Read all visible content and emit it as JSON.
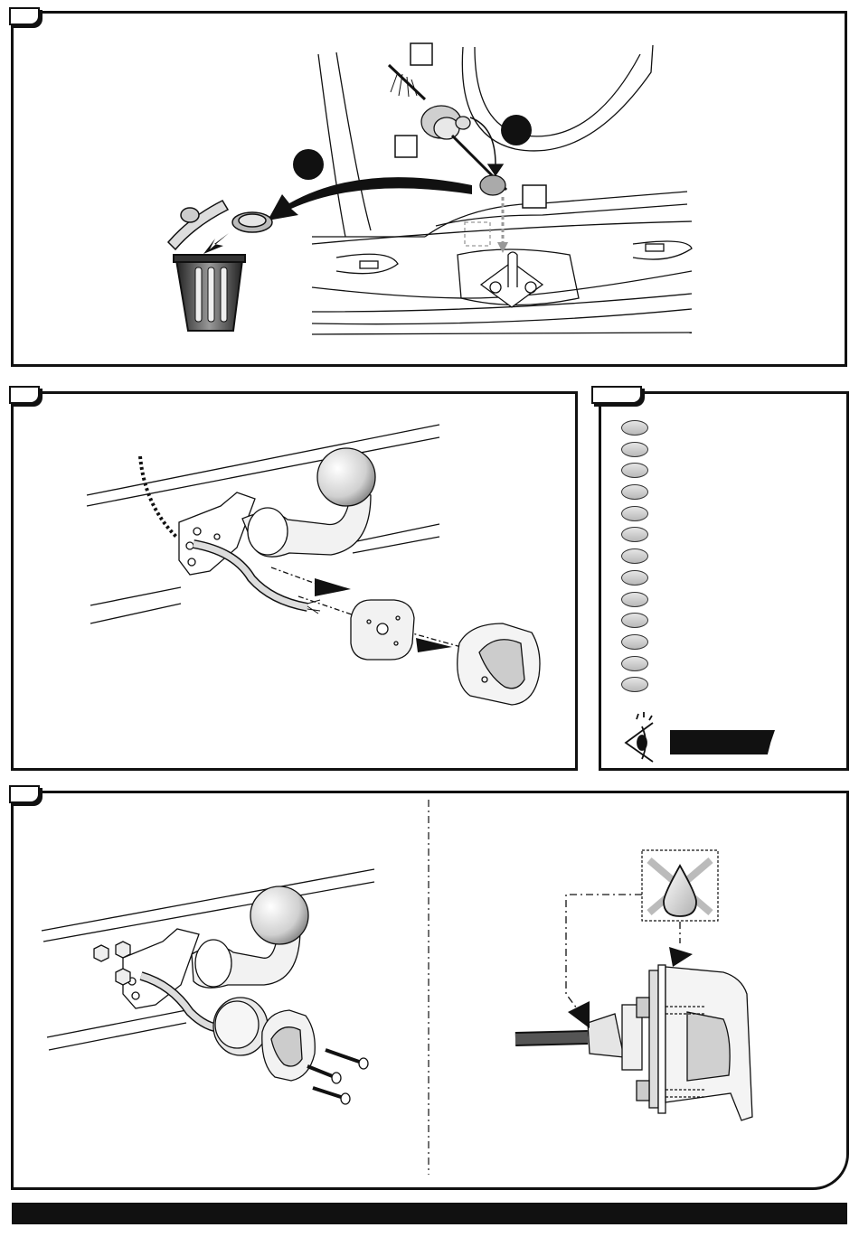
{
  "document": {
    "type": "installation-instruction-sheet",
    "panels": [
      {
        "id": "panel-1",
        "content": "remove-rubber-plug-and-blanking-cap-discard"
      },
      {
        "id": "panel-2",
        "content": "route-wiring-through-socket-plate-and-socket"
      },
      {
        "id": "panel-3",
        "content": "legend"
      },
      {
        "id": "panel-4",
        "content": "bolt-socket-to-tow-bar-and-seal-detail"
      }
    ],
    "legend": {
      "item_count": 13,
      "icons": [
        "eye-icon"
      ]
    },
    "icons": [
      "trash-bin-icon",
      "no-liquid-icon",
      "eye-icon"
    ],
    "colors": {
      "ink": "#111111",
      "grey_fill": "#bdbdbd",
      "paper": "#ffffff"
    }
  }
}
